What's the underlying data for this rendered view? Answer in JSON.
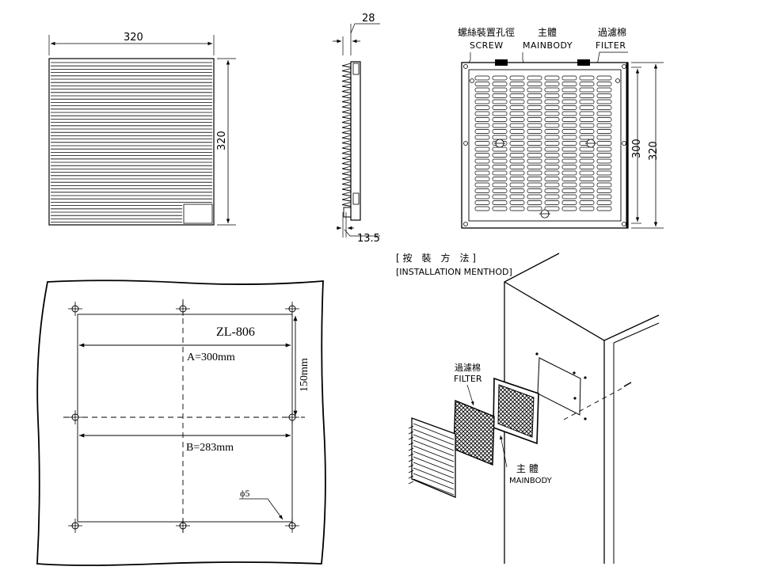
{
  "front_view": {
    "width_label": "320",
    "height_label": "320"
  },
  "side_view": {
    "depth_label": "28",
    "bottom_label": "13.5"
  },
  "back_view": {
    "screw_cn": "螺絲裝置孔徑",
    "screw_en": "SCREW",
    "mainbody_cn": "主體",
    "mainbody_en": "MAINBODY",
    "filter_cn": "過濾棉",
    "filter_en": "FILTER",
    "inner_height_label": "300",
    "outer_height_label": "320"
  },
  "cutout": {
    "model": "ZL-806",
    "a_label": "A=300mm",
    "b_label": "B=283mm",
    "side_label": "150mm",
    "hole_label": "ϕ5"
  },
  "installation": {
    "title_cn": "[ 按　裝　方　法 ]",
    "title_en": "[INSTALLATION MENTHOD]",
    "filter_cn": "過濾棉",
    "filter_en": "FILTER",
    "mainbody_cn": "主 體",
    "mainbody_en": "MAINBODY"
  }
}
